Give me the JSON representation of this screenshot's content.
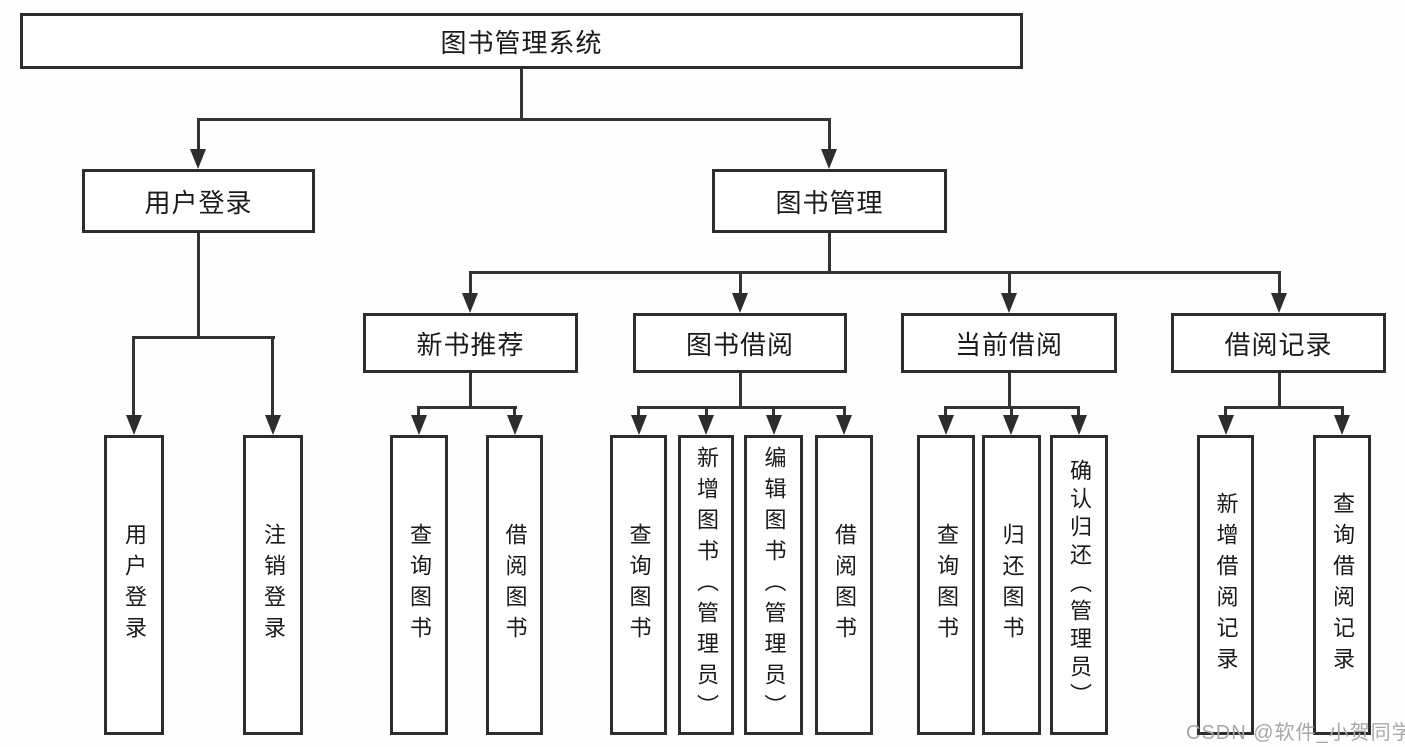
{
  "diagram_title": "图书管理系统",
  "colors": {
    "line": "#333333",
    "box_border": "#2d2d2d",
    "box_fill": "#ffffff",
    "text": "#1a1a1a",
    "watermark": "#a8a8a8",
    "background": "#fefefe"
  },
  "nodes": {
    "root": "图书管理系统",
    "level2": [
      "用户登录",
      "图书管理"
    ],
    "level3": [
      "新书推荐",
      "图书借阅",
      "当前借阅",
      "借阅记录"
    ],
    "leaves": [
      "用户登录",
      "注销登录",
      "查询图书",
      "借阅图书",
      "查询图书",
      "新增图书（管理员）",
      "编辑图书（管理员）",
      "借阅图书",
      "查询图书",
      "归还图书",
      "确认归还（管理员）",
      "新增借阅记录",
      "查询借阅记录"
    ]
  },
  "watermark": "CSDN @软件_小贺同学"
}
